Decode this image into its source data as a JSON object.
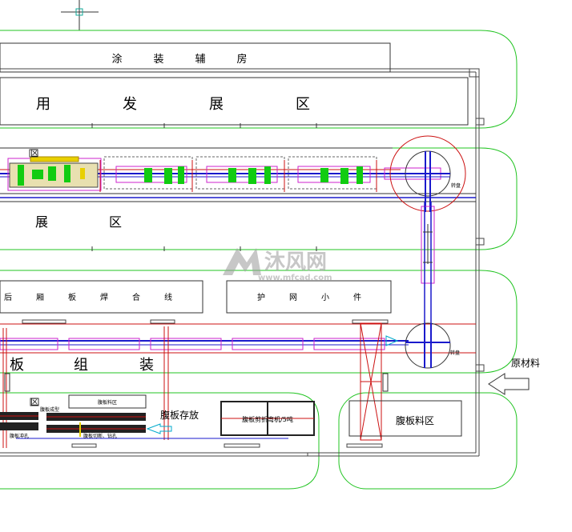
{
  "labels": {
    "paint_building": "涂　　　装　　　辅　　　房",
    "dev_zone": "用　　　　　发　　　　　展　　　　　区",
    "dev_zone_mark": "区",
    "zone2_a": "展",
    "zone2_b": "区",
    "rear_weld_line": "后　　　厢　　　板　　　焊　　　合　　　线",
    "guard_parts": "护　　　网　　　小　　　件",
    "panel_a": "板",
    "panel_b": "组",
    "panel_c": "装",
    "lower_zone_mark": "区",
    "raw_material": "原材料",
    "web_storage": "腹板存放",
    "web_material_zone": "腹板料区",
    "web_material_small": "腹板料区",
    "web_forming": "腹板成型",
    "web_cut": "腹板切断、钻孔",
    "small_left_1": "腹板冲孔",
    "press_machine": "腹板剪折弯机/5吨",
    "turntable_top": "转盘",
    "turntable_bottom": "转盘"
  },
  "watermark": {
    "brand": "沐风网",
    "url": "www.mfcad.com"
  },
  "colors": {
    "zone_outline": "#22c422",
    "wall": "#444444",
    "conveyor_blue": "#1a1acc",
    "conveyor_magenta": "#cc22cc",
    "rail_red": "#cc1111",
    "fixture_green": "#11cc11",
    "fixture_yellow": "#e8d000",
    "arrow_cyan": "#00aacc",
    "watermark": "#9a9a9a"
  }
}
